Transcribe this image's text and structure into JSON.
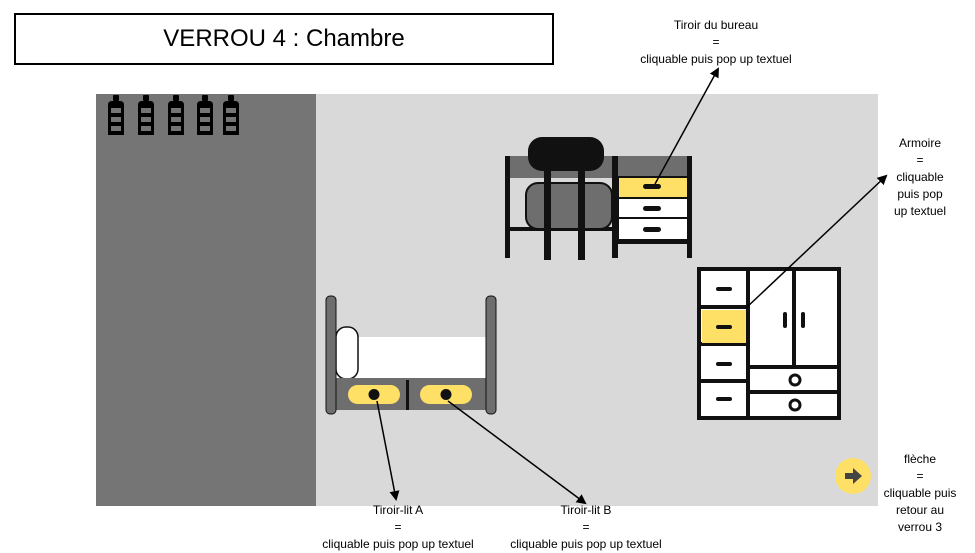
{
  "title": "VERROU 4 : Chambre",
  "lives_count": 5,
  "colors": {
    "stage": "#d9d9d9",
    "side_panel": "#757575",
    "highlight": "#ffe066",
    "furniture_dark": "#111111",
    "furniture_gray": "#6e6e6e"
  },
  "icons": {
    "lives": "bottle-icon",
    "next": "arrow-right-icon"
  },
  "annotations": {
    "desk_drawer": {
      "name": "Tiroir du bureau",
      "eq": "=",
      "desc": "cliquable puis pop up textuel"
    },
    "wardrobe": {
      "line1": "Armoire",
      "eq": "=",
      "line2": "cliquable",
      "line3": "puis pop",
      "line4": "up textuel"
    },
    "arrow_note": {
      "line1": "flèche",
      "eq": "=",
      "line2": "cliquable puis",
      "line3": "retour au",
      "line4": "verrou 3"
    },
    "bed_drawer_a": {
      "name": "Tiroir-lit A",
      "eq": "=",
      "desc": "cliquable puis pop up textuel"
    },
    "bed_drawer_b": {
      "name": "Tiroir-lit B",
      "eq": "=",
      "desc": "cliquable puis pop up textuel"
    }
  }
}
